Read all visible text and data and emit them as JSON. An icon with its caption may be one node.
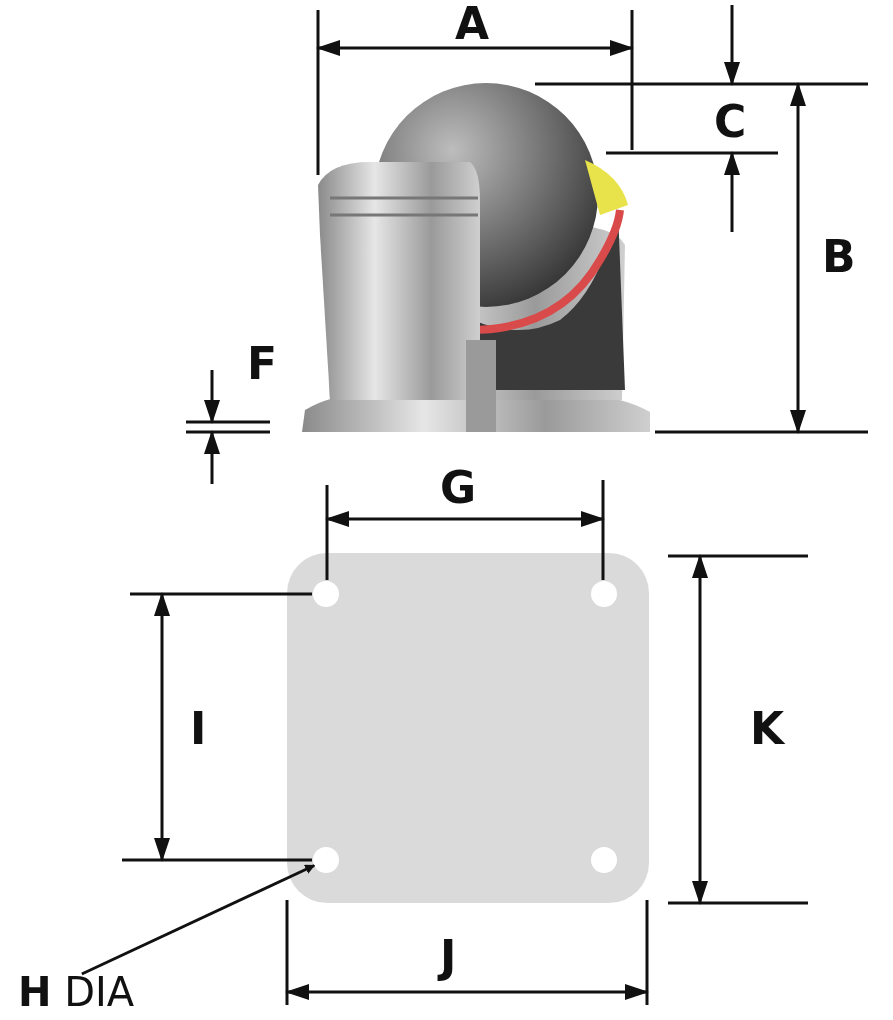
{
  "diagram": {
    "nodes": [
      {
        "text": [
          "**H** DIA"
        ]
      },
      {
        "text": [],
        "shape": "circle"
      }
    ],
    "edges": [
      {
        "from": 0,
        "to": 1,
        "arrow": "to"
      }
    ],
    "labels": [
      "A",
      "C",
      "B",
      "F",
      "G",
      "I",
      "K",
      "J"
    ]
  }
}
